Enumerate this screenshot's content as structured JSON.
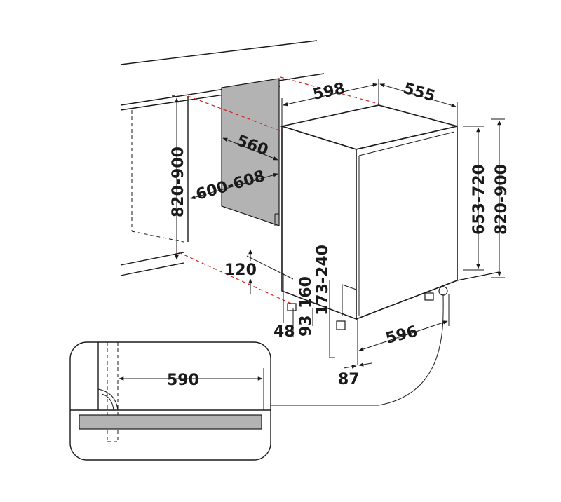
{
  "colors": {
    "line": "#1a1a1a",
    "niche_fill": "#b3b3b3",
    "installation_guide": "#d0221c",
    "plinth_fill": "#b3b3b3"
  },
  "dimensions": {
    "appliance_width": "598",
    "appliance_depth": "555",
    "niche_depth": "560",
    "niche_width": "600-608",
    "niche_height": "820-900",
    "appliance_height_range": "653-720",
    "appliance_height_total": "820-900",
    "plinth_height": "120",
    "foot_height_max": "160",
    "foot_range": "173-240",
    "foot_min": "93",
    "foot_offset": "48",
    "base_depth": "596",
    "door_offset": "87",
    "detail_width": "590"
  }
}
